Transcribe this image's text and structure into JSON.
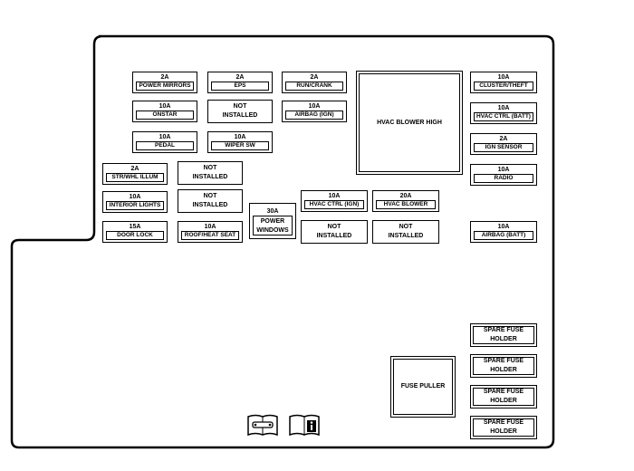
{
  "fuses": [
    {
      "amp": "2A",
      "name": "POWER MIRRORS"
    },
    {
      "amp": "2A",
      "name": "EPS"
    },
    {
      "amp": "2A",
      "name": "RUN/CRANK"
    },
    {
      "amp": "10A",
      "name": "ONSTAR"
    },
    {
      "amp": "10A",
      "name": "AIRBAG (IGN)"
    },
    {
      "amp": "10A",
      "name": "PEDAL"
    },
    {
      "amp": "10A",
      "name": "WIPER SW"
    },
    {
      "amp": "10A",
      "name": "CLUSTER/THEFT"
    },
    {
      "amp": "10A",
      "name": "HVAC CTRL (BATT)"
    },
    {
      "amp": "2A",
      "name": "IGN SENSOR"
    },
    {
      "amp": "10A",
      "name": "RADIO"
    },
    {
      "amp": "2A",
      "name": "STR/WHL ILLUM"
    },
    {
      "amp": "10A",
      "name": "INTERIOR LIGHTS"
    },
    {
      "amp": "10A",
      "name": "HVAC CTRL (IGN)"
    },
    {
      "amp": "20A",
      "name": "HVAC BLOWER"
    },
    {
      "amp": "15A",
      "name": "DOOR LOCK"
    },
    {
      "amp": "10A",
      "name": "ROOF/HEAT SEAT"
    },
    {
      "amp": "10A",
      "name": "AIRBAG (BATT)"
    }
  ],
  "not_installed": [
    "NOT INSTALLED",
    "NOT INSTALLED",
    "NOT INSTALLED",
    "NOT INSTALLED",
    "NOT INSTALLED"
  ],
  "power_windows": {
    "amp": "30A",
    "name": "POWER WINDOWS"
  },
  "hvac_blower_high": "HVAC BLOWER HIGH",
  "fuse_puller": "FUSE PULLER",
  "spare_fuse_holder": [
    "SPARE FUSE HOLDER",
    "SPARE FUSE HOLDER",
    "SPARE FUSE HOLDER",
    "SPARE FUSE HOLDER"
  ],
  "icons": [
    "service-manual-icon",
    "owner-manual-info-icon"
  ]
}
